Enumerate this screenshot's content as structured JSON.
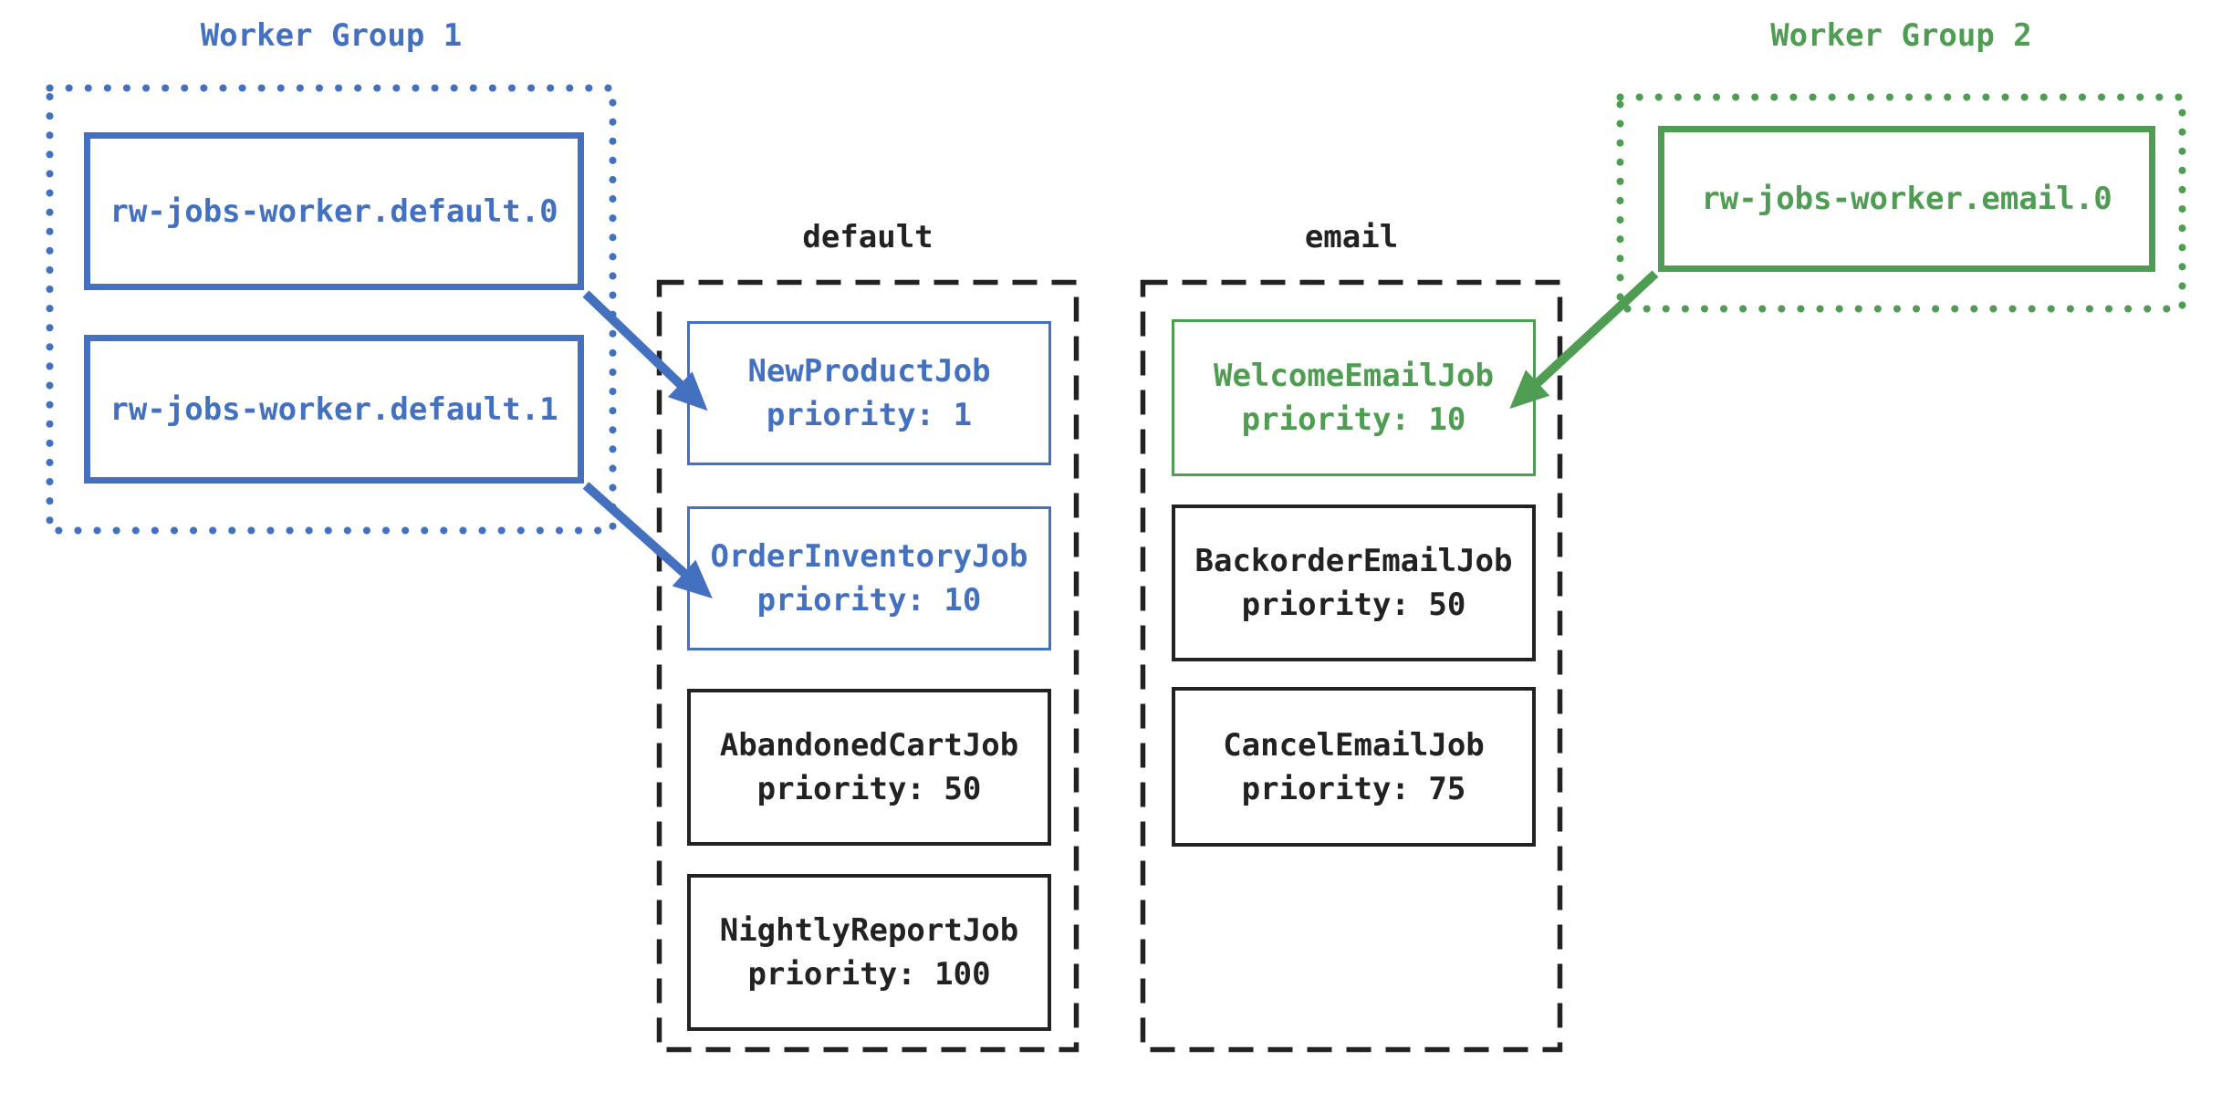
{
  "colors": {
    "blue": "#4471bf",
    "green": "#4f9d52",
    "ink": "#222222",
    "background": "#ffffff"
  },
  "worker_groups": [
    {
      "title": "Worker Group 1",
      "color": "blue",
      "workers": [
        {
          "label": "rw-jobs-worker.default.0"
        },
        {
          "label": "rw-jobs-worker.default.1"
        }
      ]
    },
    {
      "title": "Worker Group 2",
      "color": "green",
      "workers": [
        {
          "label": "rw-jobs-worker.email.0"
        }
      ]
    }
  ],
  "queues": [
    {
      "title": "default",
      "jobs": [
        {
          "name": "NewProductJob",
          "priority": 1,
          "priority_text": "priority: 1",
          "highlight": "blue"
        },
        {
          "name": "OrderInventoryJob",
          "priority": 10,
          "priority_text": "priority: 10",
          "highlight": "blue"
        },
        {
          "name": "AbandonedCartJob",
          "priority": 50,
          "priority_text": "priority: 50",
          "highlight": "none"
        },
        {
          "name": "NightlyReportJob",
          "priority": 100,
          "priority_text": "priority: 100",
          "highlight": "none"
        }
      ]
    },
    {
      "title": "email",
      "jobs": [
        {
          "name": "WelcomeEmailJob",
          "priority": 10,
          "priority_text": "priority: 10",
          "highlight": "green"
        },
        {
          "name": "BackorderEmailJob",
          "priority": 50,
          "priority_text": "priority: 50",
          "highlight": "none"
        },
        {
          "name": "CancelEmailJob",
          "priority": 75,
          "priority_text": "priority: 75",
          "highlight": "none"
        }
      ]
    }
  ],
  "connections": [
    {
      "from": "rw-jobs-worker.default.0",
      "to": "NewProductJob",
      "color": "blue"
    },
    {
      "from": "rw-jobs-worker.default.1",
      "to": "OrderInventoryJob",
      "color": "blue"
    },
    {
      "from": "rw-jobs-worker.email.0",
      "to": "WelcomeEmailJob",
      "color": "green"
    }
  ]
}
